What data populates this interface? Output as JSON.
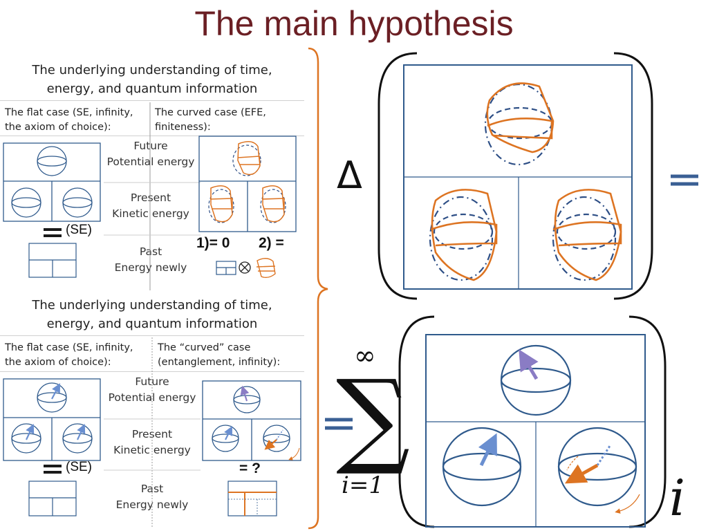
{
  "title": "The main hypothesis",
  "panel_top": {
    "heading_line1": "The underlying understanding of time,",
    "heading_line2": "energy, and quantum information",
    "left_col_line1": "The flat case (SE, infinity,",
    "left_col_line2": "the axiom of choice):",
    "right_col_line1": "The curved case (EFE,",
    "right_col_line2": "finiteness):",
    "future_line1": "Future",
    "future_line2": "Potential energy",
    "present_line1": "Present",
    "present_line2": "Kinetic energy",
    "past_line1": "Past",
    "past_line2": "Energy newly",
    "se_label": "(SE)",
    "eq1": "1)= 0",
    "eq2": "2) ="
  },
  "panel_bottom": {
    "heading_line1": "The underlying understanding of time,",
    "heading_line2": "energy, and quantum information",
    "left_col_line1": "The flat case (SE, infinity,",
    "left_col_line2": "the axiom of choice):",
    "right_col_line1": "The “curved” case",
    "right_col_line2": "(entanglement, infinity):",
    "future_line1": "Future",
    "future_line2": "Potential energy",
    "present_line1": "Present",
    "present_line2": "Kinetic energy",
    "past_line1": "Past",
    "past_line2": "Energy newly",
    "se_label": "(SE)",
    "eq_q": "= ?"
  },
  "right": {
    "delta": "Δ",
    "sum_symbol": "∑",
    "sum_upper": "∞",
    "sum_lower": "i=1",
    "index": "i"
  },
  "colors": {
    "title": "#6b1f24",
    "frame": "#2f5a8c",
    "orange": "#dd7422",
    "dash_blue": "#2e4f86",
    "arrow_purple": "#8a7cc4",
    "arrow_blue": "#6a8fd0",
    "eq_bar": "#3a5f94"
  }
}
